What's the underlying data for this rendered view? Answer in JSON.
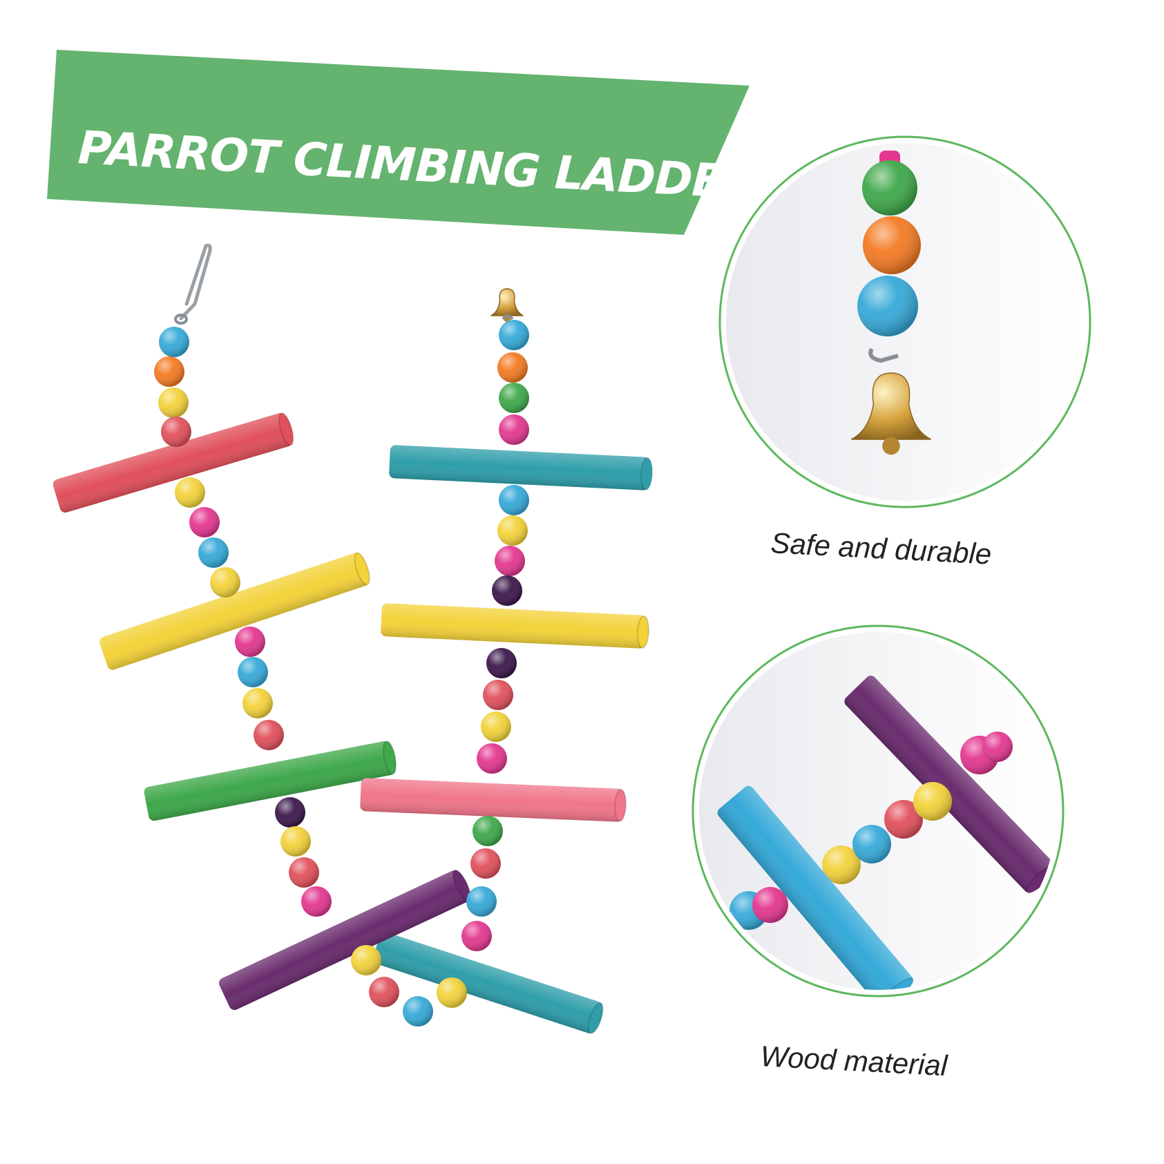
{
  "banner": {
    "title": "PARROT CLIMBING LADDER",
    "color": "#64b36f"
  },
  "features": [
    {
      "caption": "Safe and durable",
      "detail": "bead-and-bell-closeup"
    },
    {
      "caption": "Wood material",
      "detail": "wood-perch-closeup"
    }
  ],
  "product": {
    "name": "parrot-climbing-ladder",
    "icons": [
      "hook-clip-icon",
      "bell-icon"
    ],
    "colors": {
      "red": "#e0505b",
      "yellow": "#f3d23a",
      "green": "#3ea84a",
      "blue": "#35a9d8",
      "teal": "#2f9eaa",
      "purple": "#6a2c6e",
      "pink": "#f0768a",
      "orange": "#f47a22",
      "magenta": "#e3378f",
      "darkpurple": "#3b174a",
      "gold": "#d6a440"
    }
  },
  "circle_border_color": "#5cb85c"
}
